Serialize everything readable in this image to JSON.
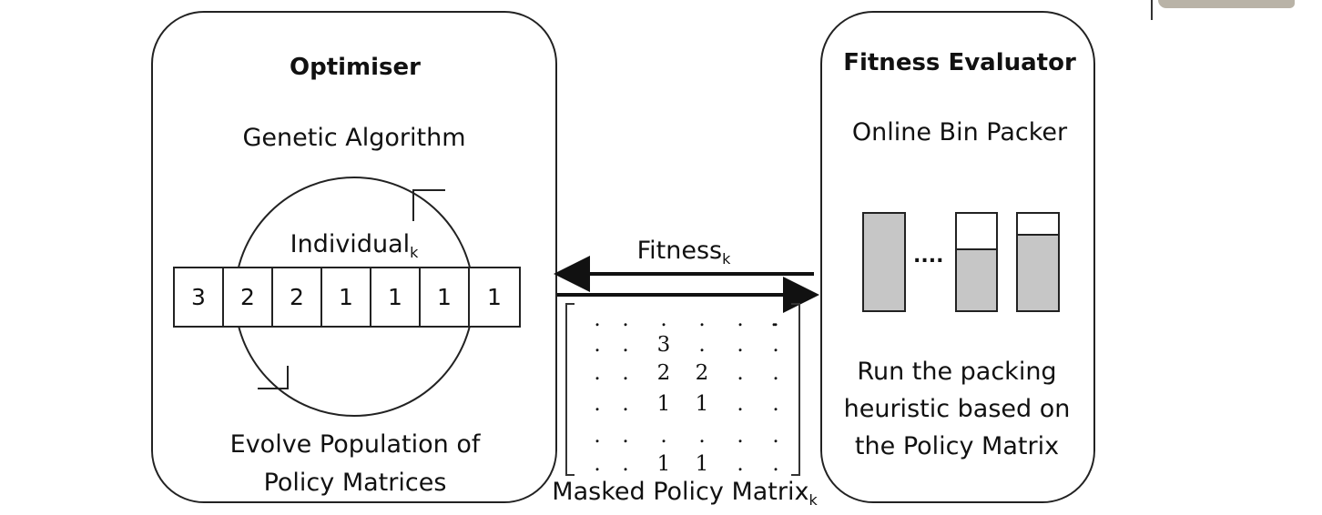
{
  "optimiser": {
    "title": "Optimiser",
    "subtitle": "Genetic Algorithm",
    "individual_label": "Individual",
    "individual_index": "k",
    "chromosome": [
      "3",
      "2",
      "2",
      "1",
      "1",
      "1",
      "1"
    ],
    "caption_line1": "Evolve Population of",
    "caption_line2": "Policy Matrices"
  },
  "evaluator": {
    "title": "Fitness Evaluator",
    "subtitle": "Online Bin Packer",
    "bins_ellipsis": "....",
    "bin_fill_levels": [
      1.0,
      0.62,
      0.77
    ],
    "caption_line1": "Run the packing",
    "caption_line2": "heuristic based on",
    "caption_line3": "the Policy Matrix"
  },
  "fitness_arrow": {
    "label": "Fitness",
    "index": "k"
  },
  "masked_matrix": {
    "label": "Masked Policy Matrix",
    "index": "k",
    "rows": [
      [
        ".",
        ".",
        ".",
        ".",
        ".",
        ".",
        "."
      ],
      [
        ".",
        ".",
        "3",
        ".",
        ".",
        ".",
        ""
      ],
      [
        ".",
        ".",
        "2",
        "2",
        ".",
        ".",
        ""
      ],
      [
        ".",
        ".",
        "1",
        "1",
        ".",
        ".",
        ""
      ],
      [
        ".",
        ".",
        ".",
        ".",
        ".",
        ".",
        ""
      ],
      [
        ".",
        ".",
        "1",
        "1",
        ".",
        ".",
        ""
      ]
    ]
  },
  "colors": {
    "stroke": "#222222",
    "bin_fill": "#c6c6c6"
  }
}
